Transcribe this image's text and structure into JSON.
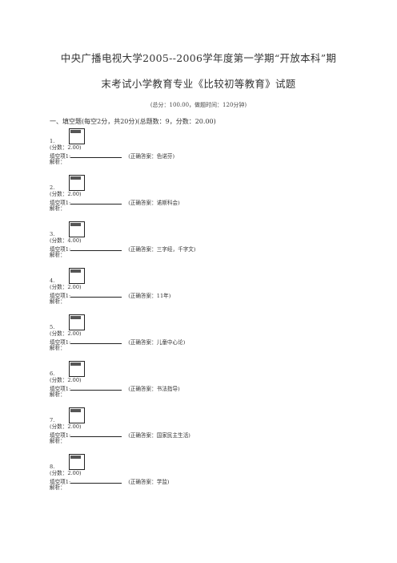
{
  "header": {
    "title_line1": "中央广播电视大学2005--2006学年度第一学期“开放本科”期",
    "title_line2": "末考试小学教育专业《比较初等教育》试题",
    "subtitle": "(总分：100.00，做题时间：120分钟)"
  },
  "section": {
    "heading": "一、填空题(每空2分，共20分)(总题数：9，分数：20.00)"
  },
  "labels": {
    "fill_prefix": "填空项1:",
    "analysis": "解析："
  },
  "questions": [
    {
      "num": "1.",
      "score": "(分数：2.00)",
      "answer": "(正确答案：色诺芬)"
    },
    {
      "num": "2.",
      "score": "(分数：2.00)",
      "answer": "(正确答案：诺斯科会)"
    },
    {
      "num": "3.",
      "score": "(分数：4.00)",
      "answer": "(正确答案：三字经，千字文)"
    },
    {
      "num": "4.",
      "score": "(分数：2.00)",
      "answer": "(正确答案：11年)"
    },
    {
      "num": "5.",
      "score": "(分数：2.00)",
      "answer": "(正确答案：儿童中心论)"
    },
    {
      "num": "6.",
      "score": "(分数：2.00)",
      "answer": "(正确答案：书法指导)"
    },
    {
      "num": "7.",
      "score": "(分数：2.00)",
      "answer": "(正确答案：国家民主生活)"
    },
    {
      "num": "8.",
      "score": "(分数：2.00)",
      "answer": "(正确答案：学监)"
    }
  ]
}
